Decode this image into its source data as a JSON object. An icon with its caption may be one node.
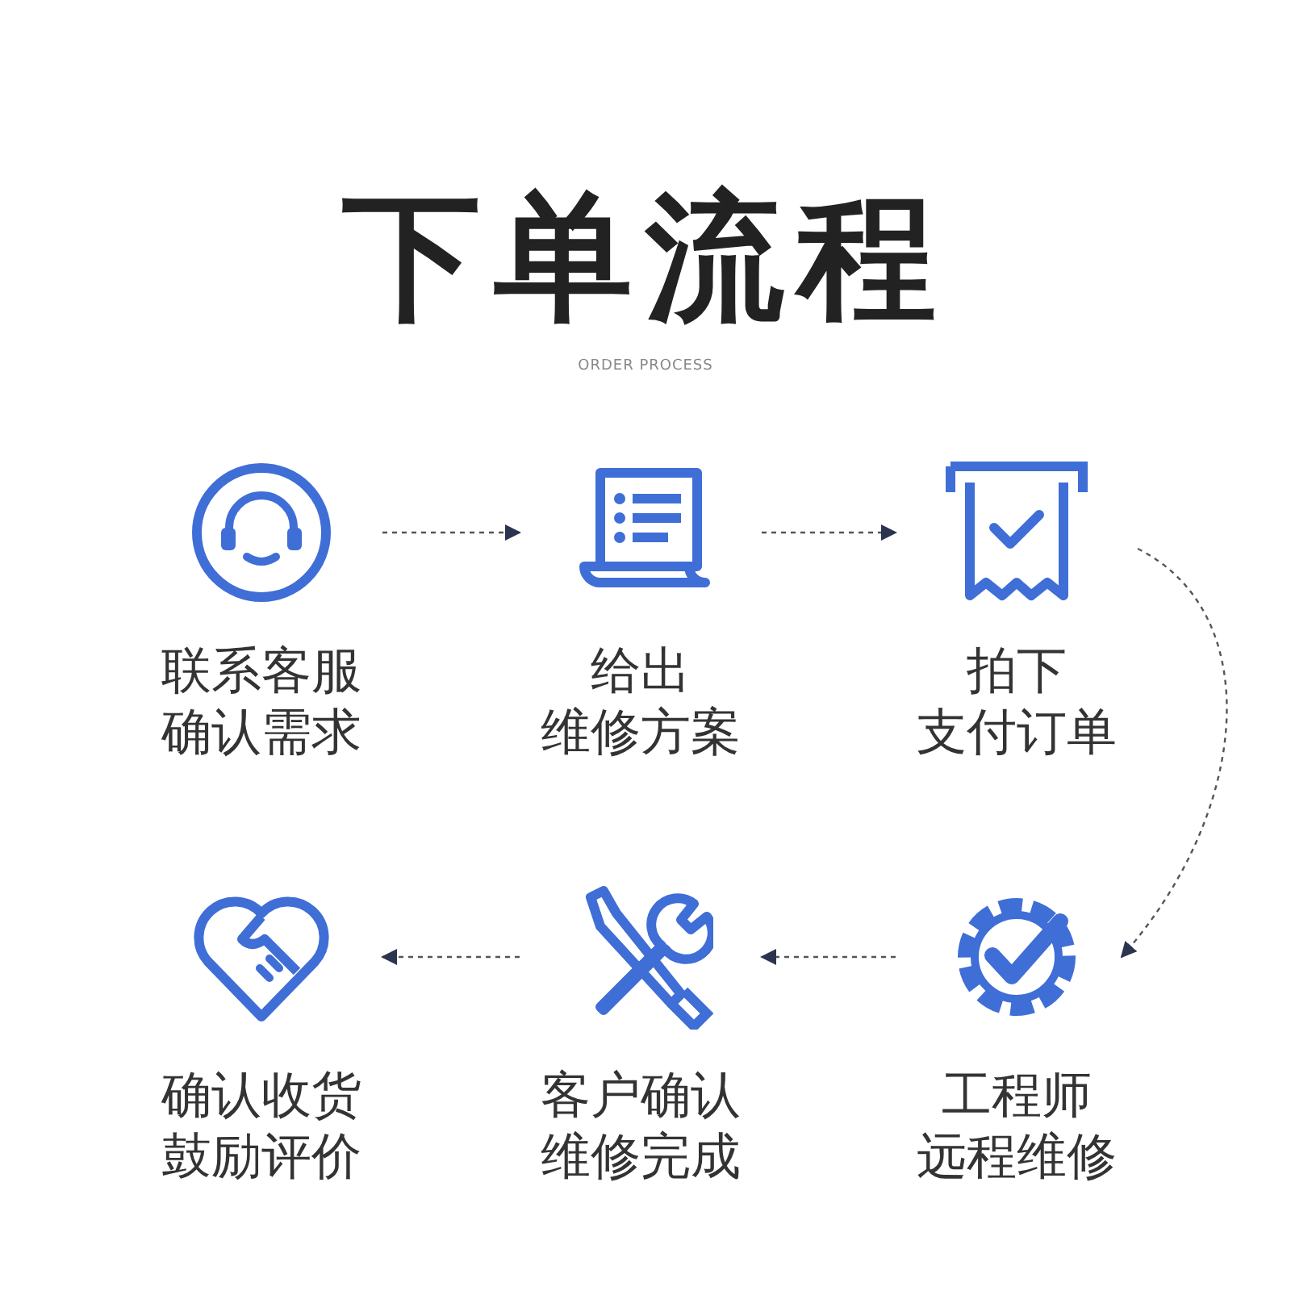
{
  "diagram": {
    "title": "下单流程",
    "labels": [
      "ORDER PROCESS"
    ],
    "nodes": [
      {
        "text": [
          "联系客服确认需求"
        ]
      },
      {
        "text": [
          "给出维修方案"
        ]
      },
      {
        "text": [
          "拍下支付订单"
        ]
      },
      {
        "text": [
          "确认收货鼓励评价"
        ]
      },
      {
        "text": [
          "客户确认维修完成"
        ]
      },
      {
        "text": [
          "工程师远程维修"
        ]
      }
    ],
    "edges": [
      {
        "from": 0,
        "to": 1,
        "arrow": "to",
        "style": "dashed"
      },
      {
        "from": 1,
        "to": 2,
        "arrow": "to",
        "style": "dashed"
      },
      {
        "from": 2,
        "to": 5,
        "arrow": "to",
        "style": "dashed"
      },
      {
        "from": 5,
        "to": 4,
        "arrow": "to",
        "style": "dashed"
      },
      {
        "from": 4,
        "to": 3,
        "arrow": "to",
        "style": "dashed"
      }
    ]
  }
}
